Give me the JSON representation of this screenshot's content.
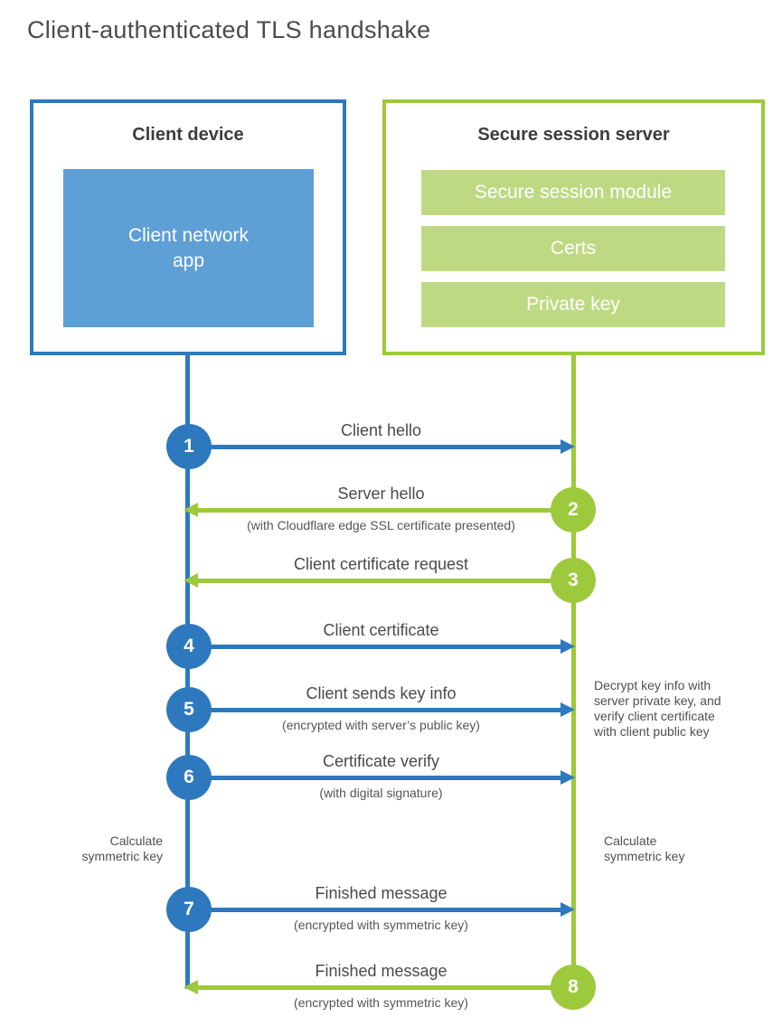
{
  "page": {
    "title": "Client-authenticated TLS handshake"
  },
  "colors": {
    "blue": "#2e78bd",
    "blue_light": "#5e9fd6",
    "green": "#9dc93c",
    "green_light": "#bfd983"
  },
  "client_box": {
    "title": "Client device",
    "app_label": "Client network\napp"
  },
  "server_box": {
    "title": "Secure session server",
    "modules": [
      "Secure session module",
      "Certs",
      "Private key"
    ]
  },
  "messages": [
    {
      "num": "1",
      "from": "client",
      "label": "Client hello",
      "sublabel": ""
    },
    {
      "num": "2",
      "from": "server",
      "label": "Server hello",
      "sublabel": "(with Cloudflare edge SSL certificate presented)"
    },
    {
      "num": "3",
      "from": "server",
      "label": "Client certificate request",
      "sublabel": ""
    },
    {
      "num": "4",
      "from": "client",
      "label": "Client certificate",
      "sublabel": ""
    },
    {
      "num": "5",
      "from": "client",
      "label": "Client sends key info",
      "sublabel": "(encrypted with server’s public key)"
    },
    {
      "num": "6",
      "from": "client",
      "label": "Certificate verify",
      "sublabel": "(with digital signature)"
    },
    {
      "num": "7",
      "from": "client",
      "label": "Finished message",
      "sublabel": "(encrypted with symmetric key)"
    },
    {
      "num": "8",
      "from": "server",
      "label": "Finished message",
      "sublabel": "(encrypted with symmetric key)"
    }
  ],
  "annotations": {
    "decrypt_note": "Decrypt key info with\nserver private key, and\nverify client certificate\nwith client public key",
    "calc_left": "Calculate\nsymmetric key",
    "calc_right": "Calculate\nsymmetric key"
  }
}
